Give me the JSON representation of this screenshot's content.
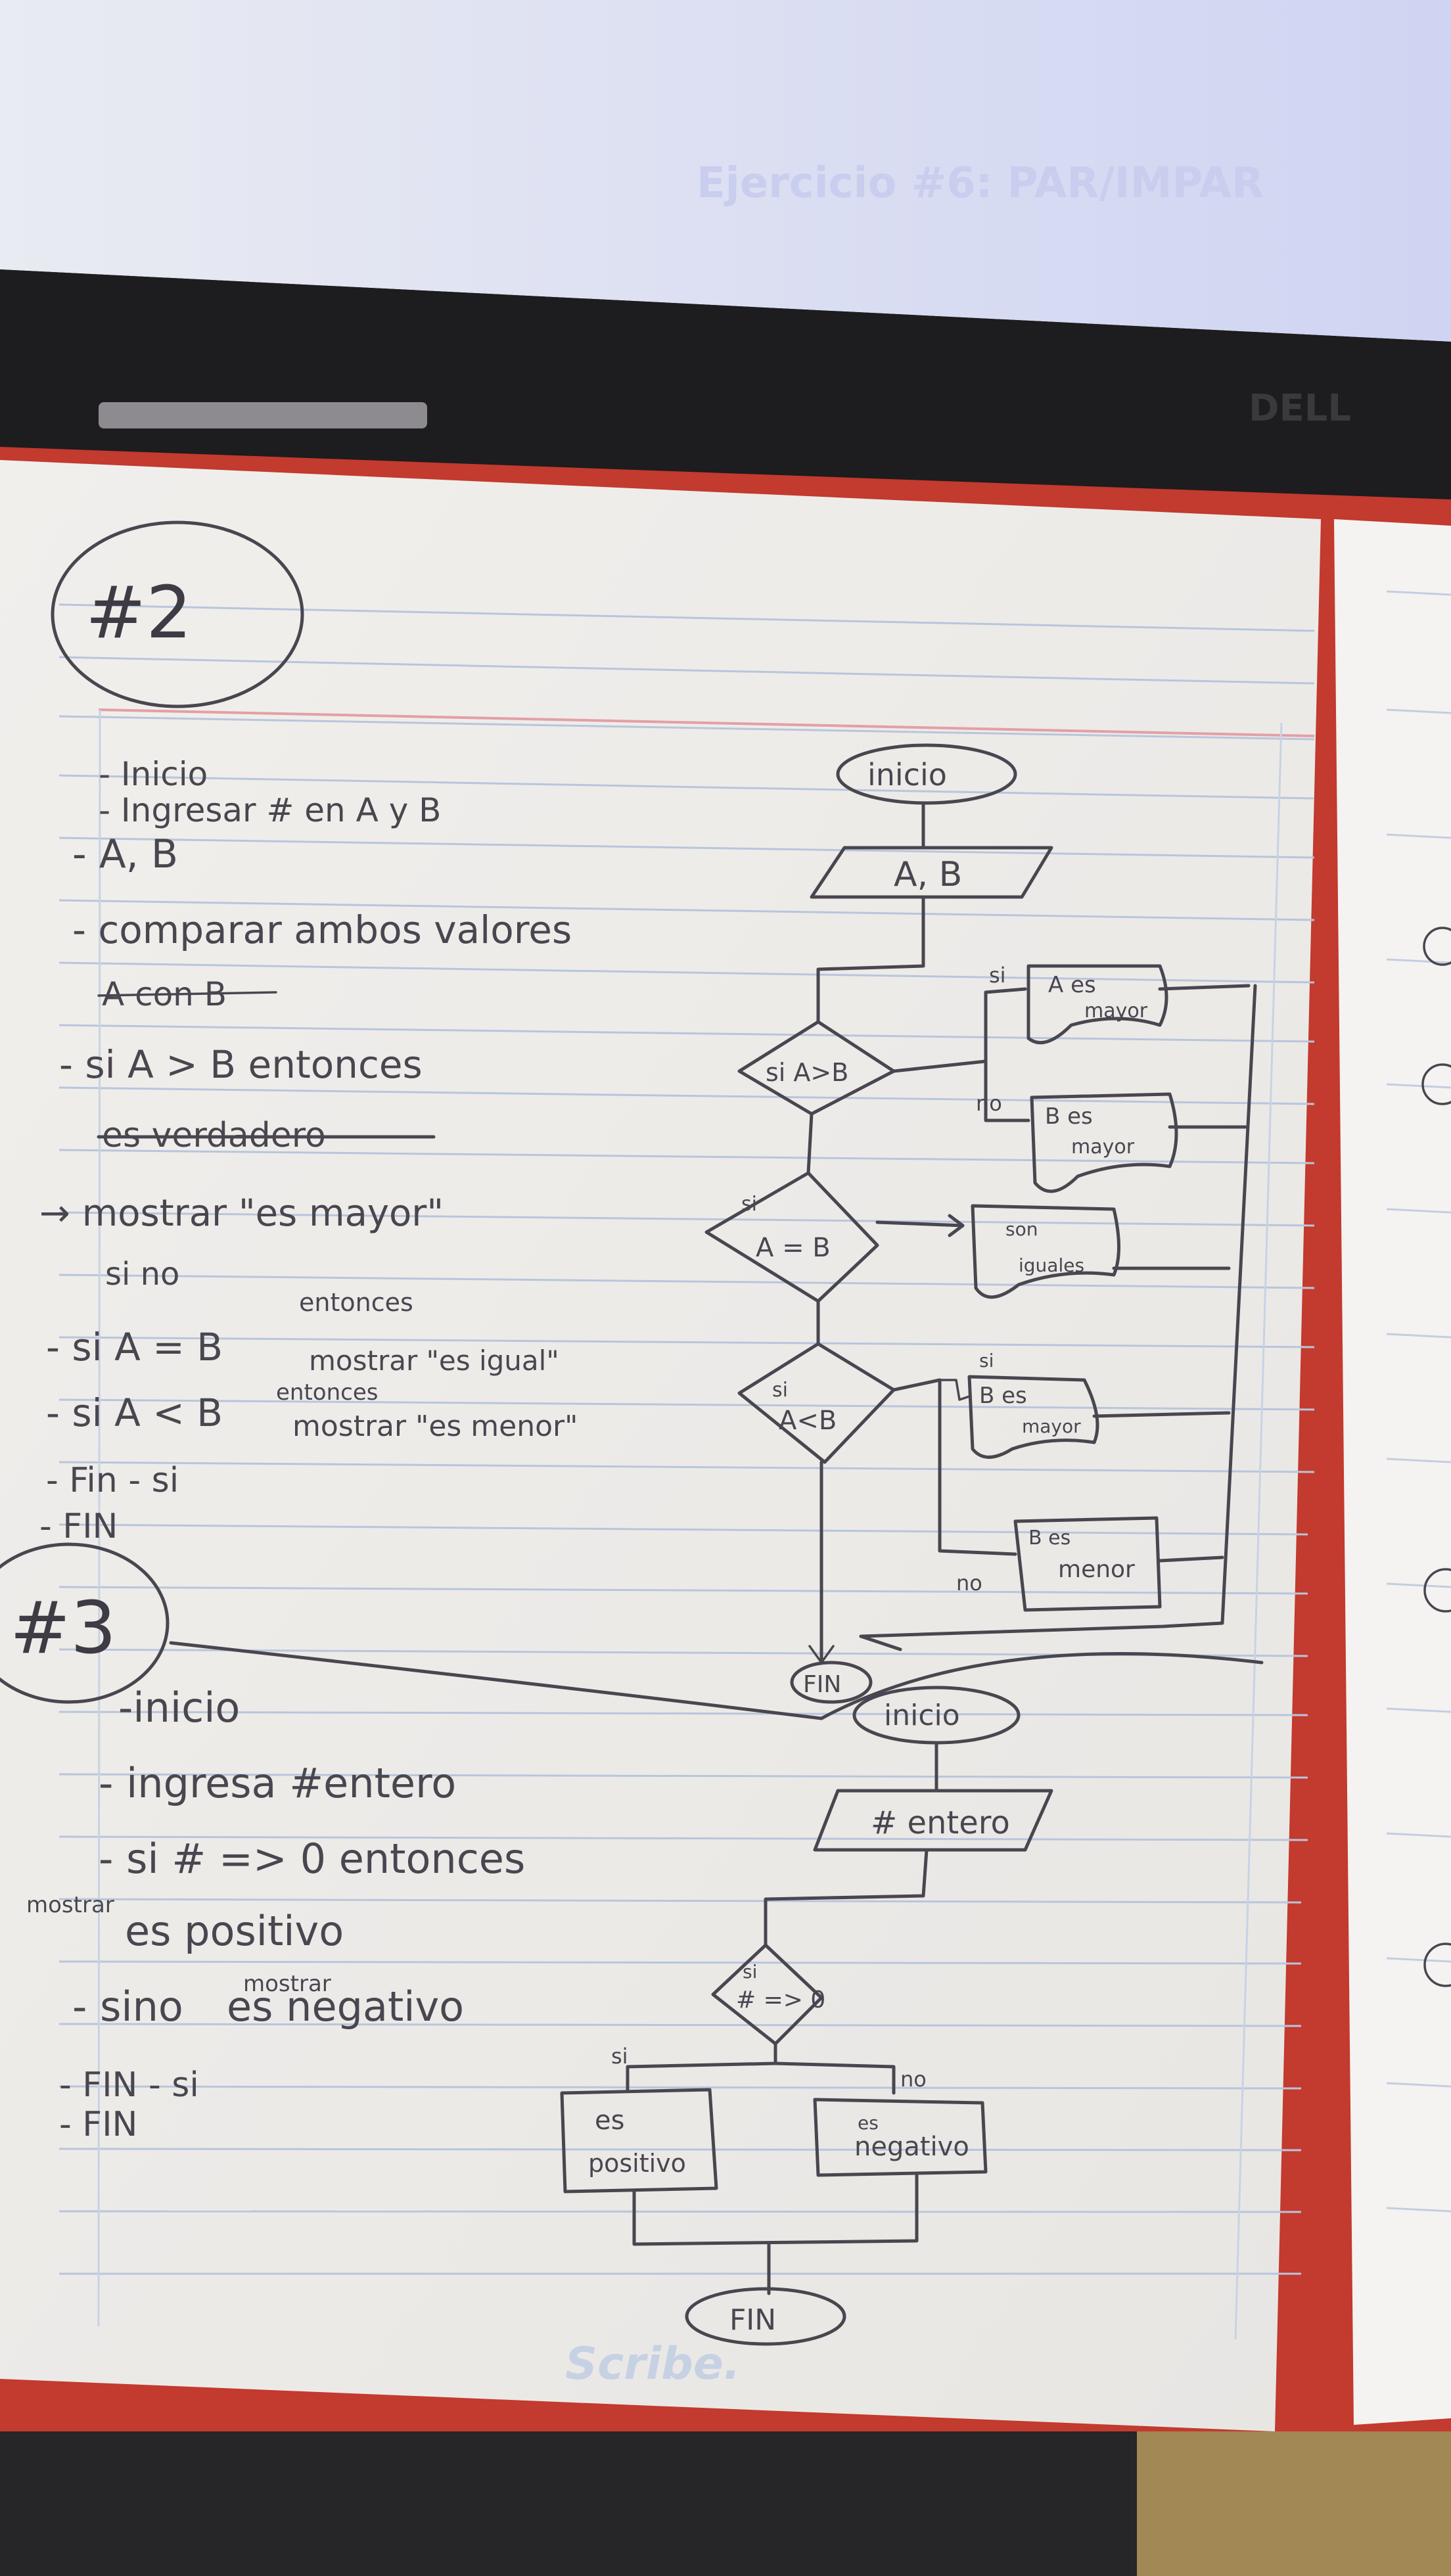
{
  "monitor": {
    "title": "Ejercicio #6: PAR/IMPAR",
    "brand": "DELL"
  },
  "notebook": {
    "brand": "Scribe."
  },
  "problem2": {
    "label": "#2",
    "steps": [
      "- Inicio",
      "- Ingresar # en A y B",
      "- A, B",
      "- comparar ambos valores",
      "A con B",
      "- si A > B entonces",
      "es verdadero",
      "→ mostrar \"es mayor\"",
      "si no",
      "- si A = B",
      "entonces",
      "mostrar \"es igual\"",
      "- si A < B",
      "entonces",
      "mostrar \"es menor\"",
      "- Fin - si",
      "- FIN"
    ],
    "flowchart": {
      "start": "inicio",
      "input": "A, B",
      "cond1": "si A>B",
      "yes1": "si",
      "out1a": "A es",
      "out1b": "mayor",
      "no1": "no",
      "out2a": "B es",
      "out2b": "mayor",
      "cond2a": "si",
      "cond2b": "A = B",
      "out3a": "son",
      "out3b": "iguales",
      "cond3a": "si",
      "cond3b": "A<B",
      "yes3": "si",
      "out4a": "B es",
      "out4b": "mayor",
      "no3": "no",
      "out5a": "B es",
      "out5b": "menor",
      "end": "FIN"
    }
  },
  "problem3": {
    "label": "#3",
    "steps": [
      "-inicio",
      "- ingresa #entero",
      "- si # => 0 entonces",
      "mostrar",
      "es positivo",
      "- sino",
      "mostrar",
      "es negativo",
      "- FIN - si",
      "- FIN"
    ],
    "flowchart": {
      "start": "inicio",
      "input": "# entero",
      "cond_a": "si",
      "cond_b": "# => 0",
      "yes": "si",
      "no": "no",
      "out_pos_a": "es",
      "out_pos_b": "positivo",
      "out_neg_a": "es",
      "out_neg_b": "negativo",
      "end": "FIN"
    }
  },
  "colors": {
    "ink": "#4a4650",
    "paper": "#f3f1ee",
    "rule_blue": "#b9c6dc",
    "margin_red": "#e7a9ae",
    "red_cover": "#c8322a",
    "screen": "#dfe3f5"
  }
}
